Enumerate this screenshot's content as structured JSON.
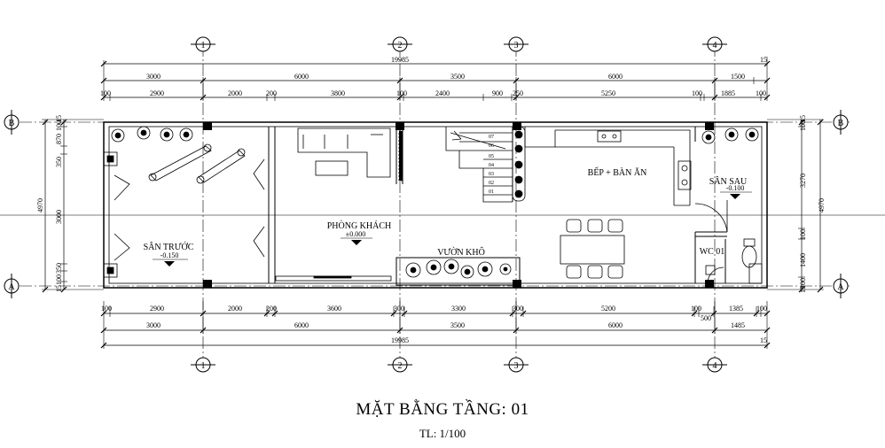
{
  "drawing": {
    "title": "MẶT BẰNG TẦNG: 01",
    "scale": "TL: 1/100"
  },
  "axes": {
    "vertical": [
      "1",
      "2",
      "3",
      "4"
    ],
    "horizontal": [
      "B",
      "A"
    ]
  },
  "dimensions": {
    "top_total": "19985",
    "top_overall_extra": "15",
    "top_axis": [
      "3000",
      "6000",
      "3500",
      "6000",
      "1500"
    ],
    "top_detail": [
      "100",
      "2900",
      "2000",
      "200",
      "3800",
      "100",
      "2400",
      "900",
      "250",
      "5250",
      "100",
      "1885",
      "100"
    ],
    "bottom_detail": [
      "100",
      "2900",
      "2000",
      "200",
      "3600",
      "300",
      "3300",
      "300",
      "5200",
      "100",
      "500",
      "1385",
      "100"
    ],
    "bottom_axis": [
      "3000",
      "6000",
      "3500",
      "6000",
      "1485"
    ],
    "bottom_total": "19985",
    "bottom_overall_extra": "15",
    "left_total": "4970",
    "left_axis": "3000",
    "left_detail": [
      "15",
      "100",
      "870",
      "350",
      "350",
      "100",
      "15"
    ],
    "right_total": "4970",
    "right_detail": [
      "15",
      "100",
      "3270",
      "100",
      "1400",
      "100",
      "15"
    ]
  },
  "rooms": {
    "front_yard": {
      "name": "SÂN TRƯỚC",
      "level": "-0.150"
    },
    "living_room": {
      "name": "PHÒNG KHÁCH",
      "level": "±0.000"
    },
    "dry_garden": {
      "name": "VƯỜN KHÔ"
    },
    "kitchen": {
      "name": "BẾP + BÀN ĂN"
    },
    "back_yard": {
      "name": "SÂN SAU",
      "level": "-0.100"
    },
    "wc": {
      "name": "WC 01"
    }
  },
  "stairs": {
    "steps": [
      "01",
      "02",
      "03",
      "04",
      "05",
      "06",
      "07"
    ]
  }
}
